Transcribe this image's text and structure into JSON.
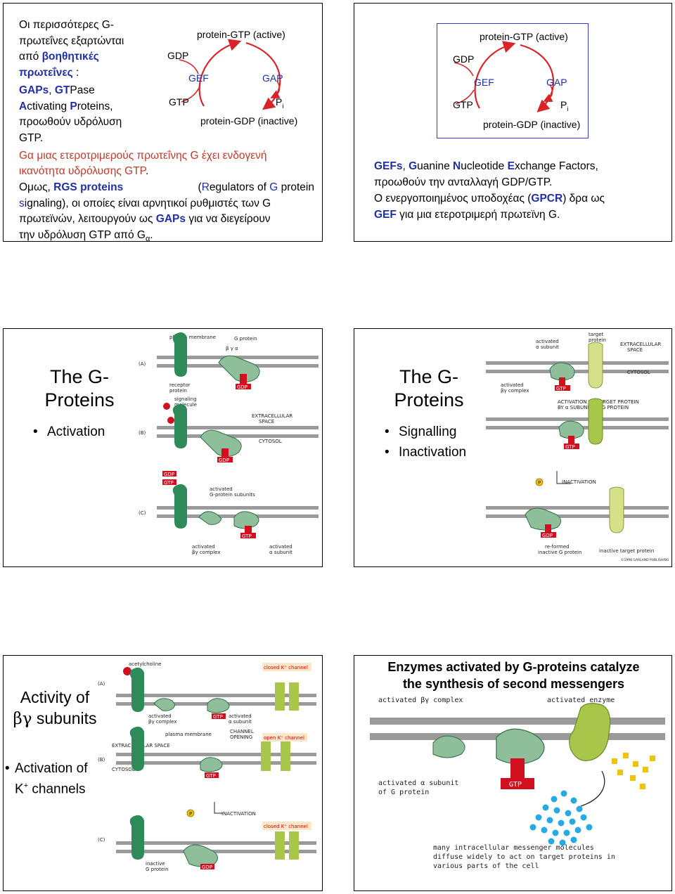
{
  "colors": {
    "blue": "#1f2fa6",
    "red": "#c0392b",
    "membrane": "#9a9a9a",
    "receptor": "#2f8a5a",
    "gprotein": "#8fbf9a",
    "gtp": "#d10f1f",
    "enzyme": "#bcd36b",
    "messenger": "#27a9e1",
    "yellow": "#f1c400"
  },
  "cycle": {
    "top": "protein-GTP (active)",
    "bottom": "protein-GDP (inactive)",
    "gdp": "GDP",
    "gtp": "GTP",
    "gef": "GEF",
    "gap": "GAP",
    "pi": "P",
    "pi_sub": "i"
  },
  "slide1": {
    "line1": "Οι περισσότερες G-",
    "line2": "πρωτεΐνες εξαρτώνται",
    "line3_a": "από ",
    "line3_b": "βοηθητικές",
    "line4_a": "πρωτεΐνες",
    "line4_b": " :",
    "gaps_a": "GAPs",
    "gaps_b": ", ",
    "gaps_c": "GT",
    "gaps_d": "Pase",
    "act_a": "A",
    "act_b": "ctivating ",
    "act_c": "P",
    "act_d": "roteins,",
    "line7": "προωθούν υδρόλυση",
    "line8": "GTP.",
    "ga": "Gα μιας ετεροτριμερούς πρωτεΐνης G έχει ενδογενή",
    "ga2": "ικανότητα υδρόλυσης GTP",
    "ga2_end": ".",
    "p_1": "Ομως, ",
    "p_rgs": "RGS proteins",
    "p_2": " (",
    "p_r": "R",
    "p_3": "egulators of ",
    "p_g": "G",
    "p_4": " protein",
    "p_s": "s",
    "p_5": "ignaling), οι οποίες είναι αρνητικοί ρυθμιστές των G",
    "p_6": "πρωτεϊνών, λειτουργούν ως ",
    "p_gaps": "GAPs",
    "p_7": " για να διεγείρουν",
    "p_8": "την υδρόλυση GTP από G",
    "p_alpha": "α",
    "p_end": "."
  },
  "slide2": {
    "gefs": "GEFs",
    "l1_b": ", ",
    "l1_g": "G",
    "l1_c": "uanine ",
    "l1_n": "N",
    "l1_d": "ucleotide ",
    "l1_e": "E",
    "l1_f": "xchange Factors,",
    "l2": "προωθούν την ανταλλαγή GDP/GTP.",
    "l3_a": "Ο ενεργοποιημένος υποδοχέας (",
    "l3_b": "GPCR",
    "l3_c": ") δρα ως",
    "l4_a": "GEF",
    "l4_b": " για μια ετεροτριμερή πρωτεϊνη G."
  },
  "slide3": {
    "title": "The G-\nProteins",
    "title1": "The G-",
    "title2": "Proteins",
    "bullet": "Activation",
    "fig": {
      "plasma": "plasma membrane",
      "gprot": "G protein",
      "abg": "β  γ  α",
      "A": "(A)",
      "B": "(B)",
      "C": "(C)",
      "receptor": "receptor\nprotein",
      "receptor1": "receptor",
      "receptor2": "protein",
      "signaling1": "signaling",
      "signaling2": "molecule",
      "extra1": "EXTRACELLULAR",
      "extra2": "SPACE",
      "cytosol": "CYTOSOL",
      "gdp": "GDP",
      "gtp": "GTP",
      "activated1": "activated",
      "activated2": "G-protein subunits",
      "bg1": "activated",
      "bg2": "βγ complex",
      "a1": "activated",
      "a2": "α subunit"
    }
  },
  "slide4": {
    "title1": "The G-",
    "title2": "Proteins",
    "bullet1": "Signalling",
    "bullet2": "Inactivation",
    "fig": {
      "target1": "target",
      "target2": "protein",
      "activated1": "activated",
      "activated2": "α subunit",
      "extra1": "EXTRACELLULAR",
      "extra2": "SPACE",
      "cytosol": "CYTOSOL",
      "bg1": "activated",
      "bg2": "βγ complex",
      "act1": "ACTIVATION OF TARGET PROTEIN",
      "act2": "BY α SUBUNIT OF G PROTEIN",
      "gtp": "GTP",
      "gdp": "GDP",
      "p": "P",
      "inact": "INACTIVATION",
      "re1": "re-formed",
      "re2": "inactive G protein",
      "inactive": "inactive target protein",
      "copy": "©1998 GARLAND PUBLISHING"
    }
  },
  "slide5": {
    "title1": "Activity of",
    "title2_a": "βγ",
    "title2_b": " subunits",
    "bullet1": "Activation of",
    "bullet2_a": "K",
    "bullet2_sup": "+",
    "bullet2_b": " channels",
    "fig": {
      "ach": "acetylcholine",
      "closed": "closed K⁺ channel",
      "A": "(A)",
      "B": "(B)",
      "C": "(C)",
      "bg1": "activated",
      "bg2": "βγ complex",
      "a1": "activated",
      "a2": "α subunit",
      "plasma": "plasma membrane",
      "chan1": "CHANNEL",
      "chan2": "OPENING",
      "open": "open K⁺ channel",
      "extra": "EXTRACELLULAR SPACE",
      "cytosol": "CYTOSOL",
      "gtp": "GTP",
      "gdp": "GDP",
      "p": "P",
      "inact": "INACTIVATION",
      "closed2": "closed K⁺ channel",
      "inactive1": "inactive",
      "inactive2": "G protein"
    }
  },
  "slide6": {
    "title1": "Enzymes activated by G-proteins catalyze",
    "title2": "the synthesis of second messengers",
    "fig": {
      "bg": "activated βγ complex",
      "enz": "activated enzyme",
      "a1": "activated α subunit",
      "a2": "of G protein",
      "gtp": "GTP",
      "m1": "many intracellular messenger molecules",
      "m2": "diffuse widely to act on target proteins in",
      "m3": "various parts of the cell"
    }
  }
}
